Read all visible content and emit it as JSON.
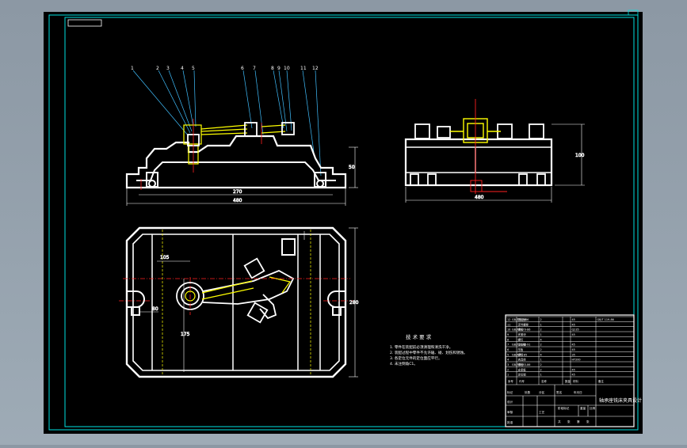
{
  "drawing": {
    "background": "#000000",
    "frame_color": "#00e0e0",
    "part_color": "#ffffff",
    "fixture_color": "#ffff00",
    "centerline_color": "#ff2020",
    "leader_color": "#40c0ff"
  },
  "front_view": {
    "balloons": [
      "1",
      "2",
      "3",
      "4",
      "5",
      "6",
      "7",
      "8",
      "9",
      "10",
      "11",
      "12"
    ],
    "dimensions": [
      "270",
      "480",
      "50"
    ]
  },
  "side_view": {
    "dimensions": [
      "480",
      "100"
    ]
  },
  "plan_view": {
    "dimensions": [
      "105",
      "175",
      "80",
      "280"
    ]
  },
  "tech_requirements": {
    "title": "技 术 要 求",
    "items": [
      "1. 零件在装配前必须清理和清洗干净。",
      "2. 装配过程中零件不允许磕、碰、划伤和锈蚀。",
      "3. 各定位元件的定位面应平行。",
      "4. 未注倒角C1。"
    ]
  },
  "title_block": {
    "drawing_title": "轴承座铣床夹具设计",
    "rows": [
      [
        "GB/T 119-86",
        "圆柱销",
        "2",
        "",
        "45",
        "GB/T 119-86"
      ],
      [
        "",
        "活节螺栓",
        "1",
        "",
        "45",
        ""
      ],
      [
        "GB/T 6170-86",
        "螺母",
        "2",
        "",
        "Q235",
        ""
      ],
      [
        "",
        "夹紧块",
        "1",
        "",
        "45",
        ""
      ],
      [
        "",
        "螺钉",
        "4",
        "",
        "",
        ""
      ],
      [
        "GB/T 2148-91",
        "定位键",
        "2",
        "",
        "45",
        ""
      ],
      [
        "",
        "压板",
        "2",
        "",
        "45",
        ""
      ],
      [
        "GB/T 70-85",
        "螺钉",
        "4",
        "",
        "35",
        ""
      ],
      [
        "",
        "夹具体",
        "1",
        "",
        "HT200",
        ""
      ],
      [
        "GB/T 5783-86",
        "螺栓",
        "2",
        "",
        "",
        ""
      ],
      [
        "",
        "支承板",
        "2",
        "",
        "45",
        ""
      ],
      [
        "",
        "定位销",
        "1",
        "",
        "45",
        ""
      ]
    ],
    "header": [
      "序号",
      "代号",
      "名称",
      "数量",
      "材料",
      "备注"
    ],
    "sign_labels": [
      "标记",
      "处数",
      "分区",
      "签名",
      "年月日"
    ],
    "role_labels": [
      "设计",
      "审核",
      "工艺",
      "批准"
    ],
    "scale_labels": [
      "阶段标记",
      "重量",
      "比例"
    ],
    "sheet_labels": [
      "共",
      "张",
      "第",
      "张"
    ]
  }
}
